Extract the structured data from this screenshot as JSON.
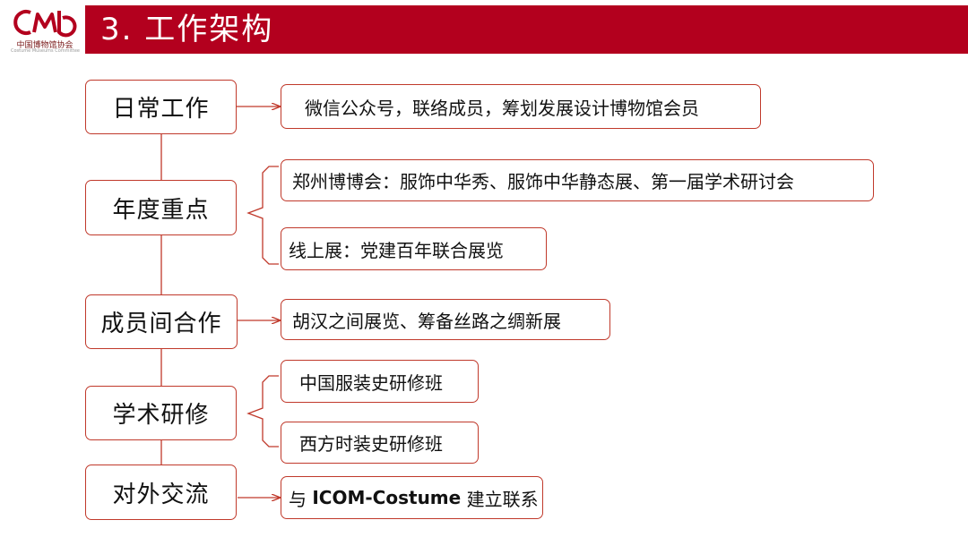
{
  "header": {
    "title": "3. 工作架构",
    "logo_name": "中国博物馆协会",
    "logo_sub": "Costume Museums Committee"
  },
  "diagram": {
    "categories": [
      {
        "label": "日常工作",
        "items": [
          "微信公众号，联络成员，筹划发展设计博物馆会员"
        ]
      },
      {
        "label": "年度重点",
        "items": [
          "郑州博博会：服饰中华秀、服饰中华静态展、第一届学术研讨会",
          "线上展：党建百年联合展览"
        ]
      },
      {
        "label": "成员间合作",
        "items": [
          "胡汉之间展览、筹备丝路之绸新展"
        ]
      },
      {
        "label": "学术研修",
        "items": [
          "中国服装史研修班",
          "西方时装史研修班"
        ]
      },
      {
        "label": "对外交流",
        "items": [
          {
            "pre": "与 ",
            "bold": "ICOM-Costume",
            "post": " 建立联系"
          }
        ]
      }
    ],
    "colors": {
      "accent": "#b3001e",
      "border": "#c0392b",
      "connector": "#c0392b"
    }
  }
}
